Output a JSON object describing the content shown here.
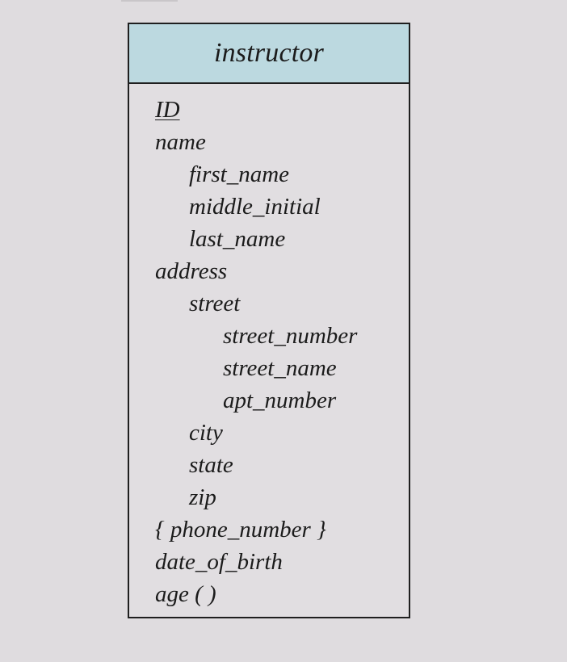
{
  "entity": {
    "title": "instructor",
    "attributes": [
      {
        "label": "ID",
        "level": 0,
        "primary_key": true
      },
      {
        "label": "name",
        "level": 0
      },
      {
        "label": "first_name",
        "level": 1
      },
      {
        "label": "middle_initial",
        "level": 1
      },
      {
        "label": "last_name",
        "level": 1
      },
      {
        "label": "address",
        "level": 0
      },
      {
        "label": "street",
        "level": 1
      },
      {
        "label": "street_number",
        "level": 2
      },
      {
        "label": "street_name",
        "level": 2
      },
      {
        "label": "apt_number",
        "level": 2
      },
      {
        "label": "city",
        "level": 1
      },
      {
        "label": "state",
        "level": 1
      },
      {
        "label": "zip",
        "level": 1
      },
      {
        "label": "{ phone_number }",
        "level": 0
      },
      {
        "label": "date_of_birth",
        "level": 0
      },
      {
        "label": "age ( )",
        "level": 0
      }
    ]
  },
  "colors": {
    "background": "#dfdcdf",
    "header_fill": "#bcd9e0",
    "border": "#1f1f1f",
    "text": "#1b1b1b"
  }
}
